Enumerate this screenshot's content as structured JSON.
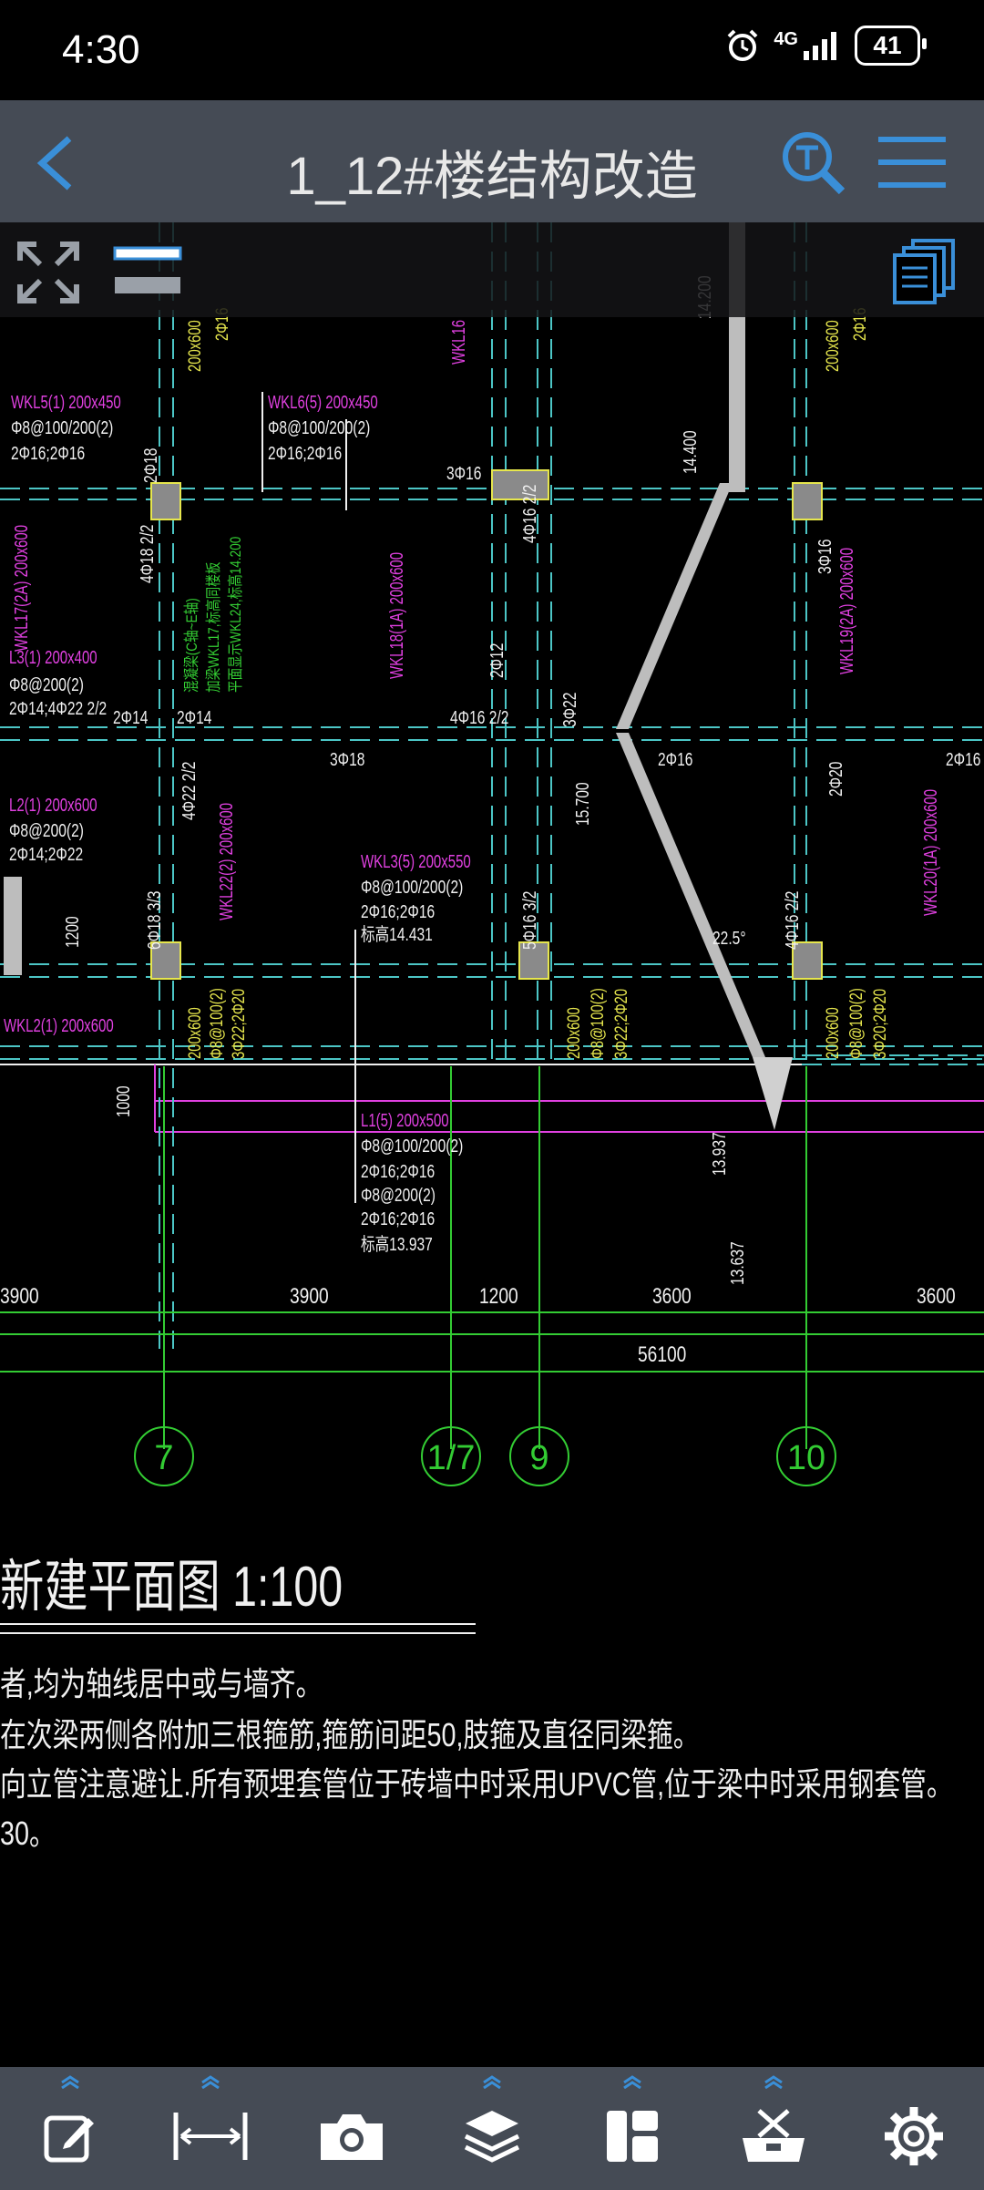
{
  "status_bar": {
    "time": "4:30",
    "network": "4G",
    "battery": "41"
  },
  "header": {
    "title": "1_12#楼结构改造"
  },
  "drawing": {
    "labels_magenta": [
      "WKL5(1) 200x450",
      "WKL6(5) 200x450",
      "WKL17(2A) 200x600",
      "WKL18(1A) 200x600",
      "L3(1) 200x400",
      "WKL19(2A) 200x600",
      "L2(1) 200x600",
      "WKL22(2) 200x600",
      "WKL3(5) 200x550",
      "WKL20(1A) 200x600",
      "WKL2(1) 200x600",
      "L1(5) 200x500",
      "WKL16"
    ],
    "labels_white": [
      "Φ8@100/200(2)",
      "2Φ16;2Φ16",
      "Φ8@100/200(2)",
      "2Φ16;2Φ16",
      "Φ8@200(2)",
      "2Φ14;4Φ22 2/2",
      "Φ8@200(2)",
      "2Φ14;2Φ22",
      "Φ8@100/200(2)",
      "2Φ16;2Φ16",
      "标高14.431",
      "Φ8@100/200(2)",
      "2Φ16;2Φ16",
      "Φ8@200(2)",
      "2Φ16;2Φ16",
      "标高13.937",
      "3Φ16",
      "2Φ14",
      "2Φ14",
      "4Φ16 2/2",
      "3Φ18",
      "2Φ16",
      "2Φ16",
      "5Φ16 3/2",
      "1200",
      "1000",
      "14.200",
      "14.400",
      "15.700",
      "13.937",
      "13.637",
      "22.5°",
      "3Φ22",
      "4Φ18 2/2",
      "2Φ18",
      "4Φ22 2/2",
      "6Φ18 3/3",
      "4Φ16 2/2",
      "4Φ16 2/2",
      "3Φ16",
      "2Φ20",
      "2Φ12"
    ],
    "labels_yellow": [
      "200x600",
      "2Φ16",
      "200x600",
      "2Φ16",
      "200x600",
      "Φ8@100(2)",
      "3Φ22;2Φ20",
      "200x600",
      "Φ8@100(2)",
      "3Φ22;2Φ20",
      "200x600",
      "Φ8@100(2)",
      "3Φ20;2Φ20"
    ],
    "labels_green": [
      "混凝梁(C轴~E轴)",
      "加梁WKL17,标高同楼板",
      "平面显示WKL24,标高14.200"
    ],
    "dimensions": [
      "3900",
      "3900",
      "1200",
      "3600",
      "3600",
      "56100"
    ],
    "axes": [
      "7",
      "1/7",
      "9",
      "10"
    ],
    "plan_title": "新建平面图 1:100",
    "notes": [
      "者,均为轴线居中或与墙齐。",
      "在次梁两侧各附加三根箍筋,箍筋间距50,肢箍及直径同梁箍。",
      "向立管注意避让.所有预埋套管位于砖墙中时采用UPVC管,位于梁中时采用钢套管。",
      "30。"
    ]
  },
  "colors": {
    "accent": "#3a8fd8",
    "magenta": "#e040e0",
    "cad_green": "#33cc33",
    "cad_yellow": "#e6e64d",
    "bar": "#454b55"
  }
}
